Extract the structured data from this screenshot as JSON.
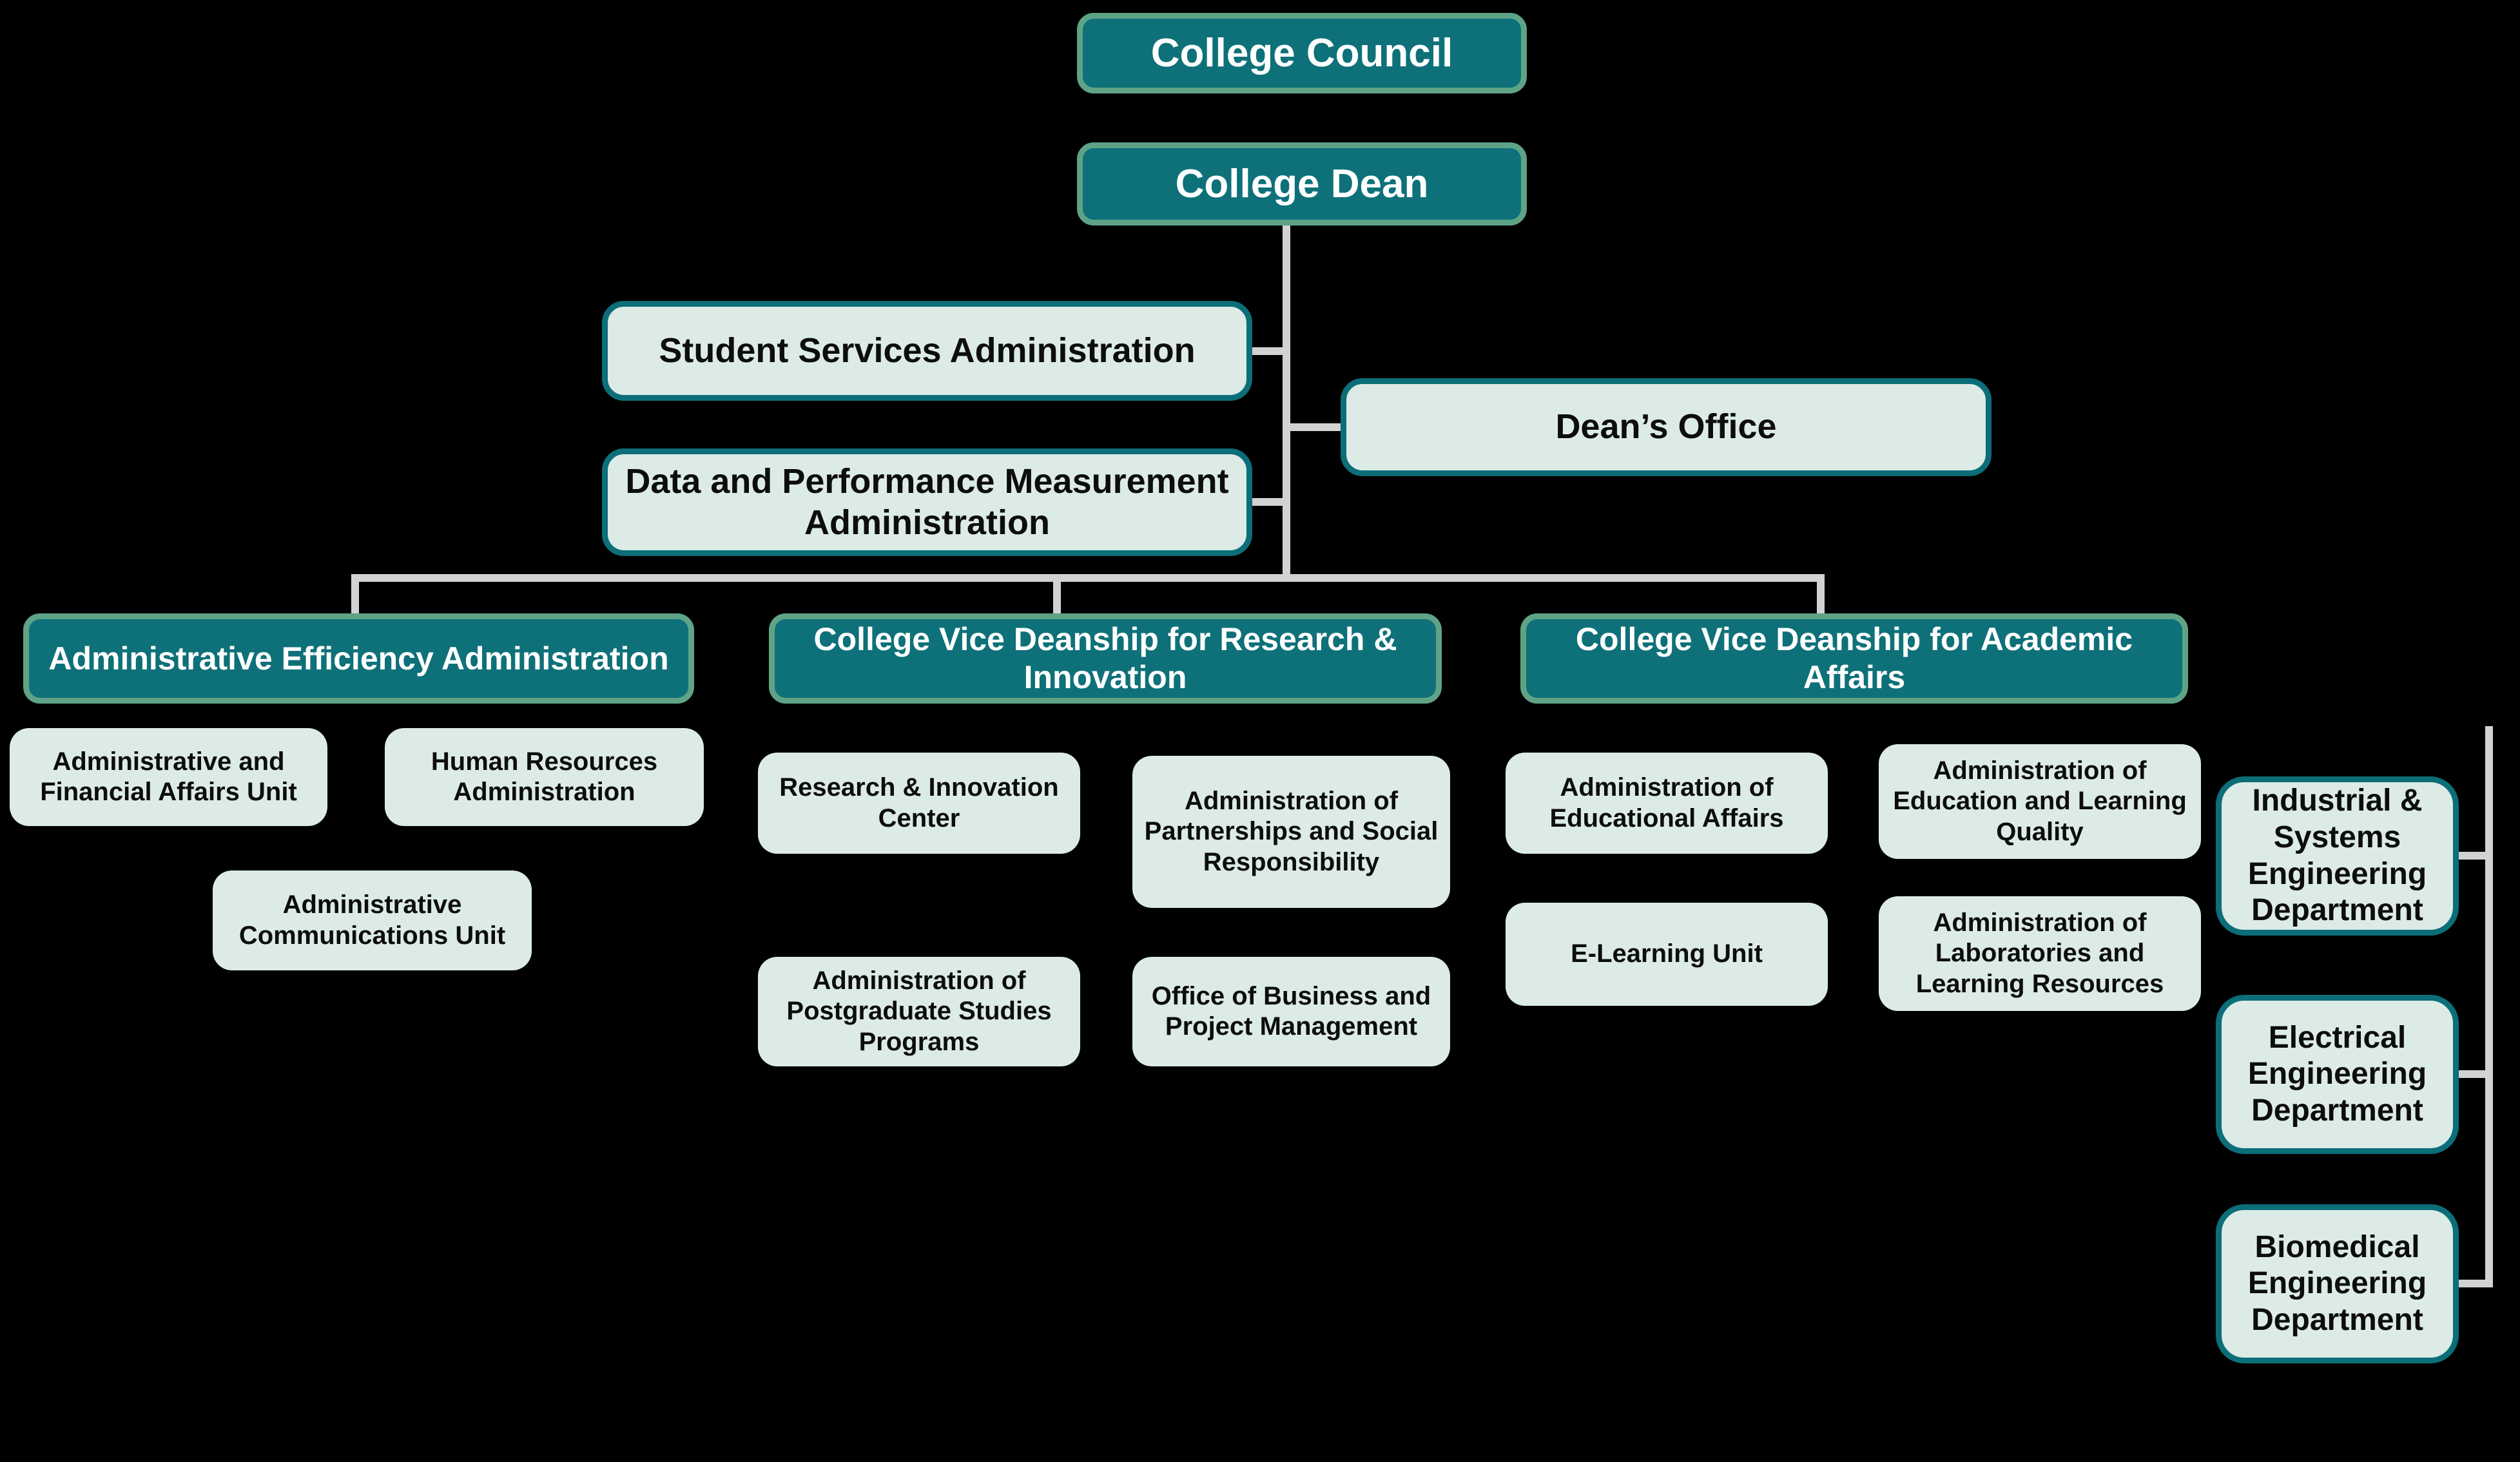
{
  "colors": {
    "background": "#000000",
    "header_fill": "#0e7179",
    "header_border": "#5fa386",
    "box_fill": "#dcebe6",
    "box_border": "#0b6e78",
    "connector_line": "#d2d2d2",
    "text_on_header": "#ffffff",
    "text_on_box": "#0d0d0d"
  },
  "org_chart": {
    "nodes": {
      "college_council": {
        "label": "College Council"
      },
      "college_dean": {
        "label": "College Dean"
      },
      "student_services": {
        "label": "Student Services Administration"
      },
      "deans_office": {
        "label": "Dean’s Office"
      },
      "data_performance": {
        "label": "Data and Performance Measurement Administration"
      },
      "admin_efficiency": {
        "label": "Administrative Efficiency Administration"
      },
      "vice_research": {
        "label": "College Vice Deanship for Research & Innovation"
      },
      "vice_academic": {
        "label": "College Vice Deanship for Academic Affairs"
      },
      "admin_financial": {
        "label": "Administrative and Financial Affairs Unit"
      },
      "human_resources": {
        "label": "Human Resources Administration"
      },
      "admin_comms": {
        "label": "Administrative Communications Unit"
      },
      "research_center": {
        "label": "Research & Innovation Center"
      },
      "partnerships": {
        "label": "Administration of Partnerships and Social Responsibility"
      },
      "postgraduate": {
        "label": "Administration of Postgraduate Studies Programs"
      },
      "office_business": {
        "label": "Office of Business and Project Management"
      },
      "edu_affairs": {
        "label": "Administration of Educational Affairs"
      },
      "edu_quality": {
        "label": "Administration of Education and Learning Quality"
      },
      "elearning": {
        "label": "E-Learning Unit"
      },
      "labs": {
        "label": "Administration of Laboratories and Learning Resources"
      },
      "dept_industrial": {
        "label": "Industrial & Systems Engineering Department"
      },
      "dept_electrical": {
        "label": "Electrical Engineering Department"
      },
      "dept_biomedical": {
        "label": "Biomedical Engineering Department"
      }
    }
  }
}
